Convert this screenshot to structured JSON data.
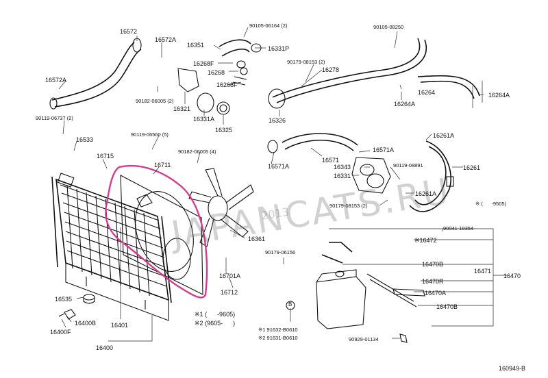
{
  "diagram": {
    "figure_id": "160949-B",
    "watermark": {
      "site": "JAPANCATS.RU",
      "year": "2013"
    },
    "notes": [
      {
        "mark": "※1",
        "text": "(      -9605)"
      },
      {
        "mark": "※2",
        "text": "(9605-      )"
      },
      {
        "mark": "※",
        "text": "(      -9505)"
      }
    ],
    "parts": {
      "p16572": "16572",
      "p16572A_top": "16572A",
      "p16572A_left": "16572A",
      "p16351": "16351",
      "p90105_06164": "90105-06164 (2)",
      "p16331P": "16331P",
      "p16268F_top": "16268F",
      "p16268": "16268",
      "p16268F_bot": "16268F",
      "p90182_06005_2": "90182-06005 (2)",
      "p16321": "16321",
      "p16331A": "16331A",
      "p16325": "16325",
      "p90105_08250": "90105-08250",
      "p90179_08153_2_top": "90179-08153 (2)",
      "p16278": "16278",
      "p16264": "16264",
      "p16264A_left": "16264A",
      "p16264A_right": "16264A",
      "p16326": "16326",
      "p90119_06737": "90119-06737 (2)",
      "p16533": "16533",
      "p90119_06560": "90119-06560 (5)",
      "p16715": "16715",
      "p16711": "16711",
      "p90182_06005_4": "90182-06005 (4)",
      "p16571A_left": "16571A",
      "p16571": "16571",
      "p16571A_right": "16571A",
      "p16261A_top": "16261A",
      "p16261": "16261",
      "p16343": "16343",
      "p90119_08891": "90119-08891",
      "p16331": "16331",
      "p16261A_bot": "16261A",
      "p90179_08153_2_bot": "90179-08153 (2)",
      "p90041_19354": "90041-19354",
      "p16472": "※16472",
      "p16361": "16361",
      "p90179_06156": "90179-06156",
      "p16470B_top": "16470B",
      "p16471": "16471",
      "p16470": "16470",
      "p16470R": "16470R",
      "p16701A": "16701A",
      "p16470A": "16470A",
      "p16712": "16712",
      "p16470B_bot": "16470B",
      "p16535": "16535",
      "p16400B": "16400B",
      "p16401": "16401",
      "p16400F": "16400F",
      "p16400": "16400",
      "p91632_B0610": "※1 91632-B0610",
      "p91631_B0610": "※2 91631-B0610",
      "p90929_01134": "90929-01134",
      "circle_B": "B"
    }
  }
}
